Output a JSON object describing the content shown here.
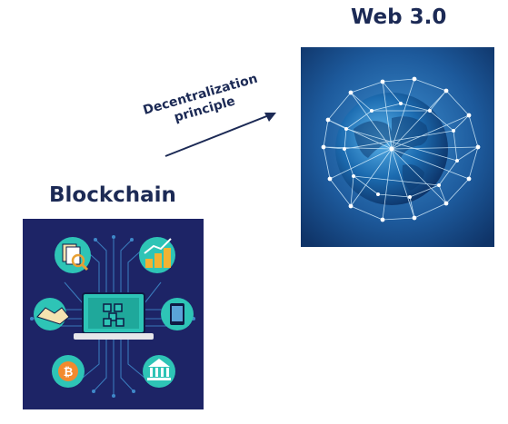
{
  "web3": {
    "title": "Web 3.0"
  },
  "blockchain": {
    "title": "Blockchain"
  },
  "connector": {
    "lines": [
      "Decentralization",
      "principle"
    ]
  },
  "colors": {
    "text": "#1c2a55",
    "globe_bg": "#1a4f8e",
    "blockchain_bg": "#1d2466",
    "icon_circle": "#2ec4b6"
  },
  "icons": [
    "documents-magnifier-icon",
    "coins-growth-icon",
    "handshake-icon",
    "tablet-icon",
    "bitcoin-icon",
    "bank-icon",
    "laptop-blocks-icon",
    "globe-network-icon"
  ]
}
